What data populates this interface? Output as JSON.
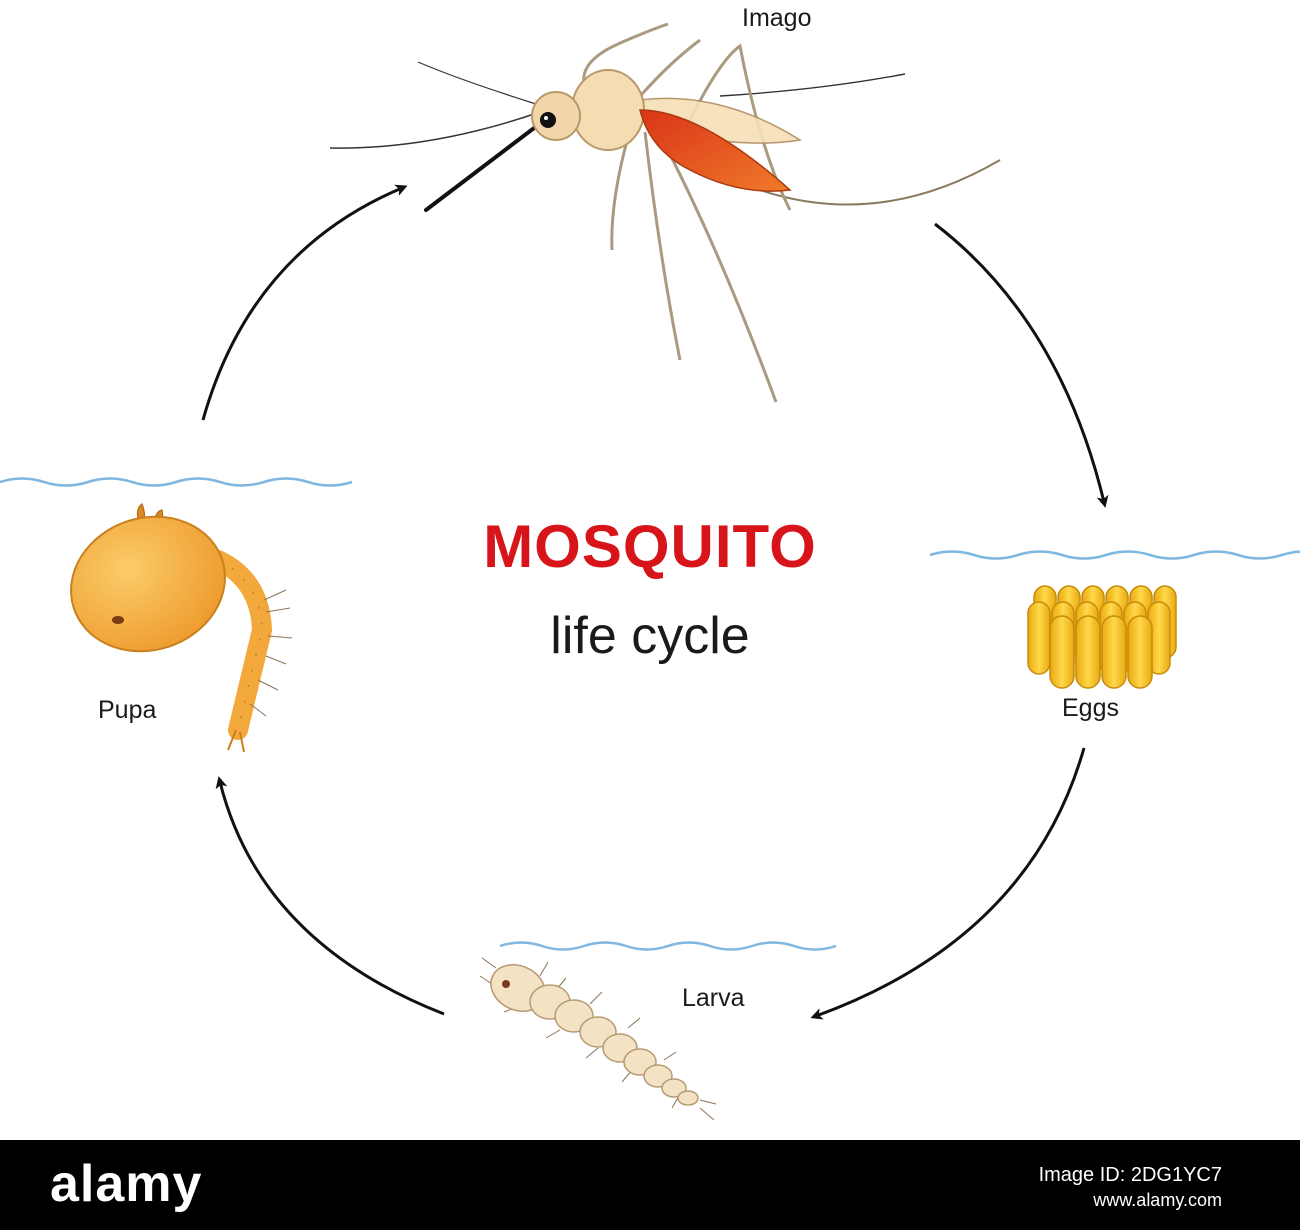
{
  "title": {
    "main": "MOSQUITO",
    "sub": "life cycle"
  },
  "stages": {
    "imago": "Imago",
    "eggs": "Eggs",
    "larva": "Larva",
    "pupa": "Pupa"
  },
  "footer": {
    "brand": "alamy",
    "image_id": "Image ID: 2DG1YC7",
    "site": "www.alamy.com"
  },
  "colors": {
    "title_red": "#d7141a",
    "water": "#7fb7e0",
    "arrow": "#111111",
    "egg_yellow": "#f6c21c",
    "pupa_orange": "#f2a83a",
    "larva_cream": "#f4e2c4",
    "abdomen_red": "#e8491e"
  }
}
